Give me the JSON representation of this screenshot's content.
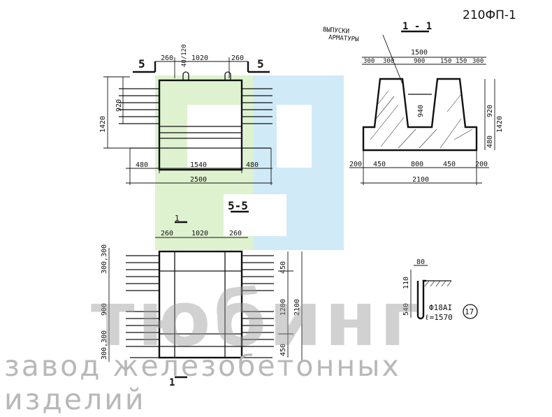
{
  "title": {
    "code": "210ФП-1",
    "section_5": "5",
    "section_1_1": "1 - 1",
    "section_5_5": "5-5",
    "section_1": "1"
  },
  "labels": {
    "vypuski": "ВЫПУСКИ",
    "armatury": "АРМАТУРЫ"
  },
  "plan_top": {
    "d_260a": "260",
    "d_1020": "1020",
    "d_260b": "260",
    "d_40_120": "40/120",
    "d_1420": "1420",
    "d_920": "920",
    "d_480a": "480",
    "d_1540": "1540",
    "d_480b": "480",
    "d_2500": "2500"
  },
  "section_1_1": {
    "d_1500": "1500",
    "d_300a": "300",
    "d_300b": "300",
    "d_900": "900",
    "d_150a": "150",
    "d_150b": "150",
    "d_300c": "300",
    "d_940": "940",
    "d_920": "920",
    "d_1420": "1420",
    "d_480": "480",
    "d_200a": "200",
    "d_450a": "450",
    "d_800": "800",
    "d_450b": "450",
    "d_200b": "200",
    "d_2100": "2100"
  },
  "plan_bottom": {
    "d_260a": "260",
    "d_1020": "1020",
    "d_260b": "260",
    "d_300_300_top": "300,300",
    "d_900": "900",
    "d_300_300_bot": "300,300",
    "d_450a": "450",
    "d_1200": "1200",
    "d_450b": "450",
    "d_2100": "2100"
  },
  "rebar": {
    "d_80": "80",
    "d_110": "110",
    "d_540": "540",
    "diameter": "Ф18АI",
    "length": "ℓ=1570",
    "number": "17"
  },
  "watermark": {
    "brand": "тюбинг",
    "tagline": "завод железобетонных изделий"
  },
  "colors": {
    "logo_green": "#d9f0c8",
    "logo_blue": "#c8e8f6",
    "ink": "#111111"
  }
}
